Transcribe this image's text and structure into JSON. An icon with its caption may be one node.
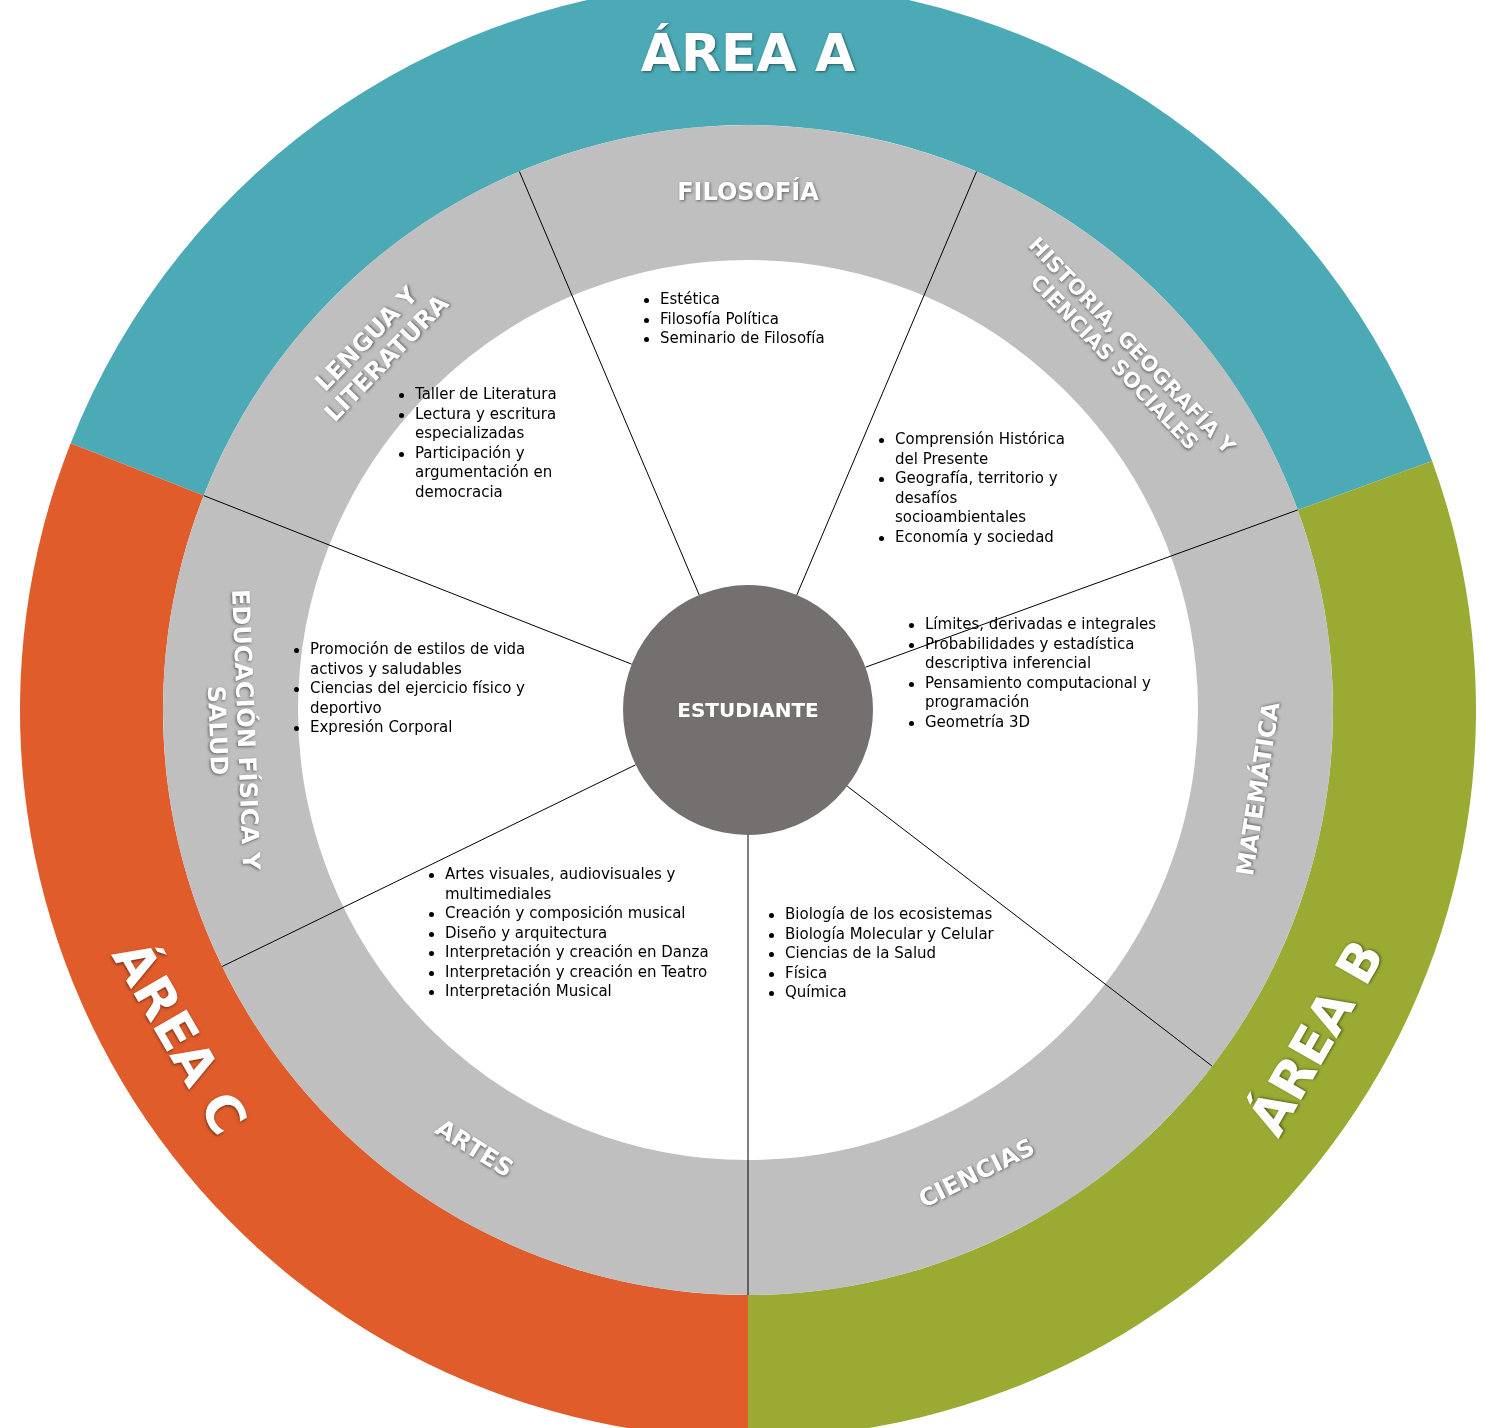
{
  "diagram": {
    "nodes": [
      {
        "text": [
          "ÁREA A"
        ]
      },
      {
        "text": [
          "ÁREA B"
        ]
      },
      {
        "text": [
          "ÁREA C"
        ]
      },
      {
        "text": [
          "LENGUA Y LITERATURA",
          "Taller de Literatura",
          "Lectura y escritura especializadas",
          "Participación y argumentación en democracia"
        ]
      },
      {
        "text": [
          "FILOSOFÍA",
          "Estética",
          "Filosofía Política",
          "Seminario de Filosofía"
        ]
      },
      {
        "text": [
          "HISTORIA, GEOGRAFÍA Y CIENCIAS SOCIALES",
          "Comprensión Histórica del Presente",
          "Geografía, territorio y desafíos socioambientales",
          "Economía y sociedad"
        ]
      },
      {
        "text": [
          "MATEMÁTICA",
          "Límites, derivadas e integrales",
          "Probabilidades y estadística descriptiva inferencial",
          "Pensamiento computacional y programación",
          "Geometría 3D"
        ]
      },
      {
        "text": [
          "CIENCIAS",
          "Biología de los ecosistemas",
          "Biología Molecular y Celular",
          "Ciencias de la Salud",
          "Física",
          "Química"
        ]
      },
      {
        "text": [
          "ARTES",
          "Artes visuales, audiovisuales y multimediales",
          "Creación y composición musical",
          "Diseño y arquitectura",
          "Interpretación y creación en Danza",
          "Interpretación y creación en Teatro",
          "Interpretación Musical"
        ]
      },
      {
        "text": [
          "EDUCACIÓN FÍSICA Y SALUD",
          "Promoción de estilos de vida activos y saludables",
          "Ciencias del ejercicio físico y deportivo",
          "Expresión Corporal"
        ]
      },
      {
        "text": [
          "ESTUDIANTE"
        ]
      }
    ]
  }
}
